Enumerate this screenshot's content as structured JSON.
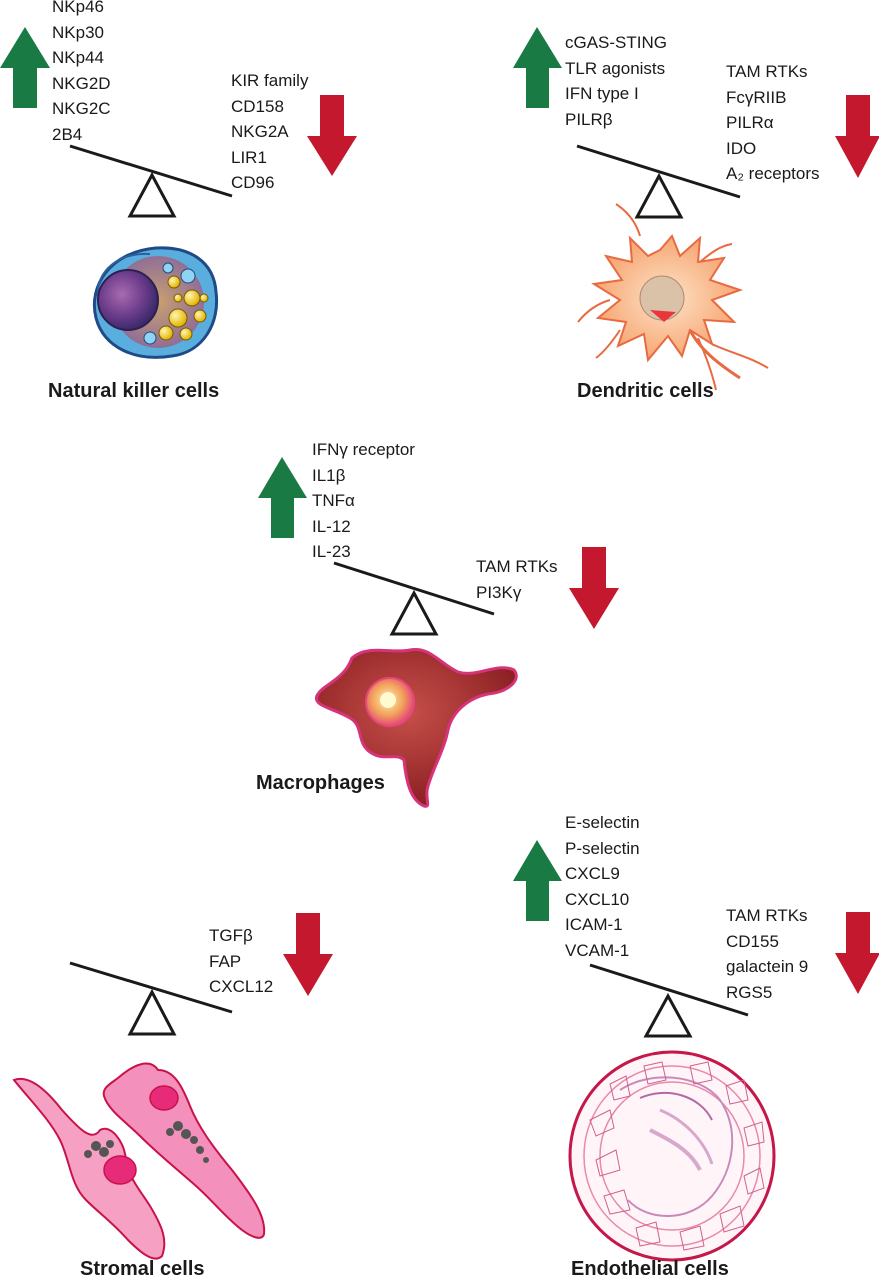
{
  "colors": {
    "activating_arrow": "#1a7a44",
    "inhibitory_arrow": "#c4182e",
    "balance": "#1a1a1a"
  },
  "panels": {
    "nk": {
      "title": "Natural killer cells",
      "up": [
        "NKp46",
        "NKp30",
        "NKp44",
        "NKG2D",
        "NKG2C",
        "2B4"
      ],
      "down": [
        "KIR family",
        "CD158",
        "NKG2A",
        "LIR1",
        "CD96"
      ]
    },
    "dc": {
      "title": "Dendritic cells",
      "up": [
        "cGAS-STING",
        "TLR agonists",
        "IFN type I",
        "PILRβ"
      ],
      "down": [
        "TAM RTKs",
        "FcγRIIB",
        "PILRα",
        "IDO",
        "A₂ receptors"
      ]
    },
    "mac": {
      "title": "Macrophages",
      "up": [
        "IFNγ receptor",
        "IL1β",
        "TNFα",
        "IL-12",
        "IL-23"
      ],
      "down": [
        "TAM RTKs",
        "PI3Kγ"
      ]
    },
    "stromal": {
      "title": "Stromal cells",
      "up": [],
      "down": [
        "TGFβ",
        "FAP",
        "CXCL12"
      ]
    },
    "endo": {
      "title": "Endothelial cells",
      "up": [
        "E-selectin",
        "P-selectin",
        "CXCL9",
        "CXCL10",
        "ICAM-1",
        "VCAM-1"
      ],
      "down": [
        "TAM RTKs",
        "CD155",
        "galactein 9",
        "RGS5"
      ]
    }
  }
}
